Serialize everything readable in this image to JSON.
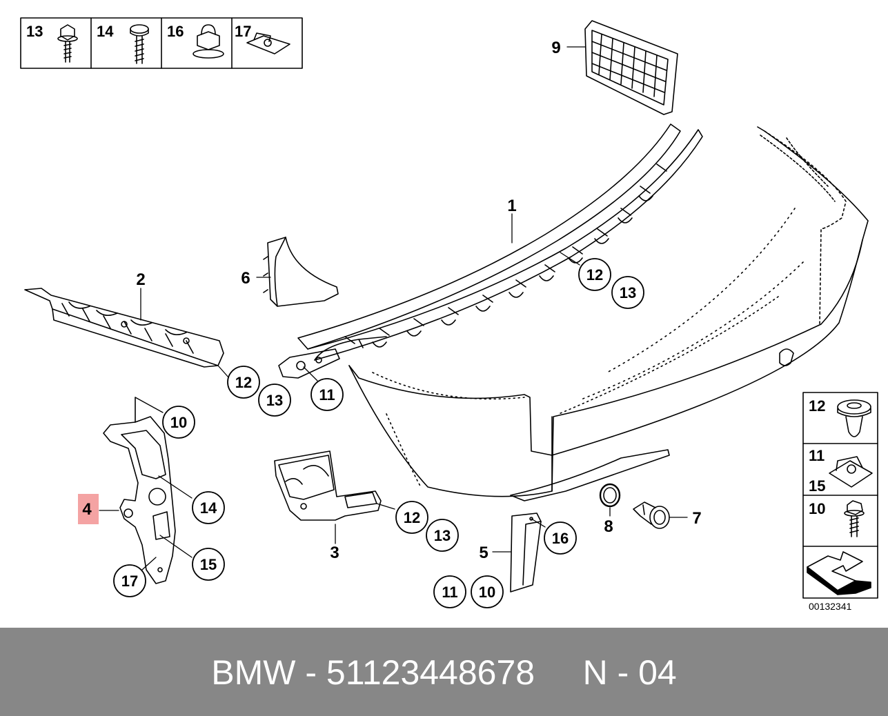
{
  "diagram": {
    "callouts": {
      "c1": "1",
      "c2": "2",
      "c3": "3",
      "c4": "4",
      "c5": "5",
      "c6": "6",
      "c7": "7",
      "c8": "8",
      "c9": "9",
      "c10a": "10",
      "c10b": "10",
      "c11a": "11",
      "c11b": "11",
      "c12a": "12",
      "c12b": "12",
      "c12c": "12",
      "c13a": "13",
      "c13b": "13",
      "c13c": "13",
      "c14": "14",
      "c15": "15",
      "c16": "16",
      "c17": "17"
    },
    "legend_top": [
      "13",
      "14",
      "16",
      "17"
    ],
    "legend_right": [
      "12",
      "11",
      "15",
      "10"
    ],
    "highlight_color": "#f4a3a3",
    "reference_number": "00132341"
  },
  "footer": {
    "brand": "BMW",
    "separator": "-",
    "part_number": "51123448678",
    "position_label": "N - 04",
    "background": "#878787"
  }
}
